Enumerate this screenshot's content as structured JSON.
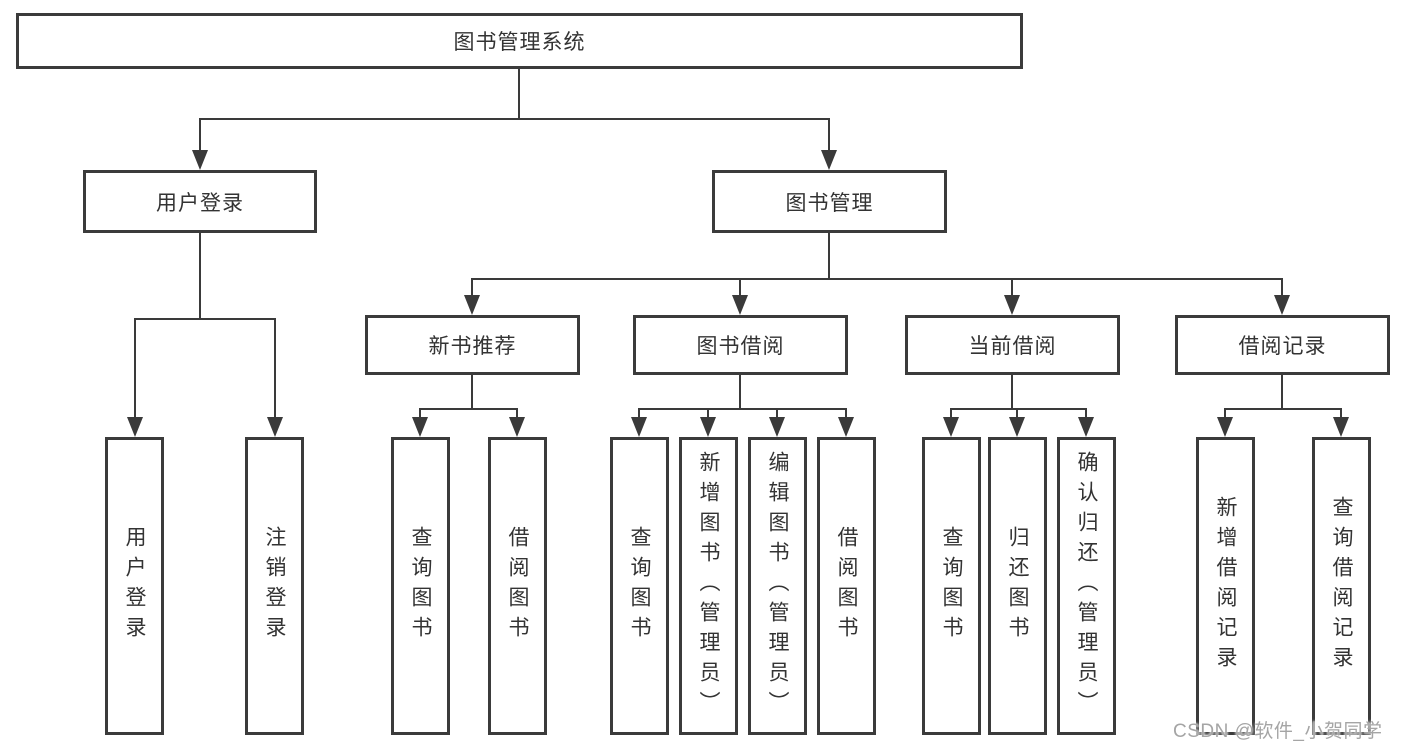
{
  "root": {
    "label": "图书管理系统"
  },
  "branches": {
    "user_login": {
      "label": "用户登录",
      "children": [
        {
          "label": "用户登录"
        },
        {
          "label": "注销登录"
        }
      ]
    },
    "book_management": {
      "label": "图书管理",
      "sections": {
        "new_book": {
          "label": "新书推荐",
          "children": [
            {
              "label": "查询图书"
            },
            {
              "label": "借阅图书"
            }
          ]
        },
        "borrow": {
          "label": "图书借阅",
          "children": [
            {
              "label": "查询图书"
            },
            {
              "label": "新增图书（管理员）"
            },
            {
              "label": "编辑图书（管理员）"
            },
            {
              "label": "借阅图书"
            }
          ]
        },
        "current": {
          "label": "当前借阅",
          "children": [
            {
              "label": "查询图书"
            },
            {
              "label": "归还图书"
            },
            {
              "label": "确认归还（管理员）"
            }
          ]
        },
        "records": {
          "label": "借阅记录",
          "children": [
            {
              "label": "新增借阅记录"
            },
            {
              "label": "查询借阅记录"
            }
          ]
        }
      }
    }
  },
  "watermark": "CSDN @软件_小贺同学",
  "colors": {
    "line": "#3a3a3a",
    "text": "#333333",
    "watermark": "#a5a5a5",
    "background": "#ffffff"
  }
}
